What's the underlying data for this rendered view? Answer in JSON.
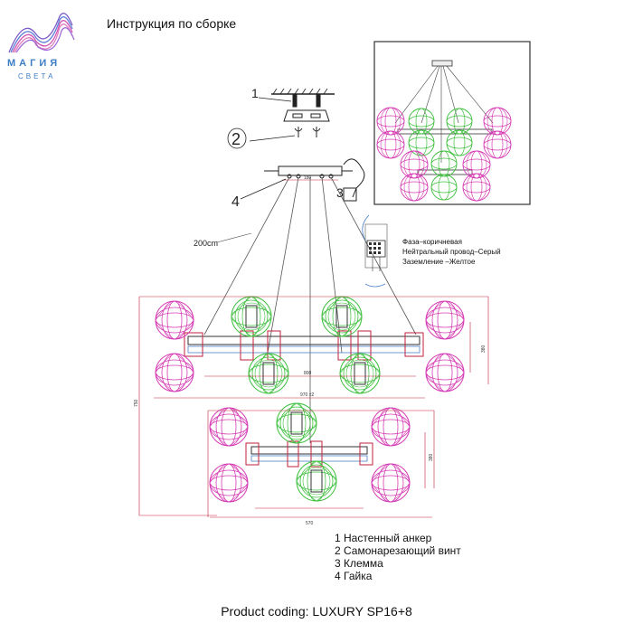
{
  "header": {
    "title": "Инструкция по сборке"
  },
  "logo": {
    "line1": "МАГИЯ",
    "line2": "СВЕТА"
  },
  "callouts": {
    "c1": "1",
    "c2": "2",
    "c3": "3",
    "c4": "4",
    "cable_length": "200cm",
    "bracket_width": "180"
  },
  "wiring": {
    "phase": "Фаза–коричневая",
    "neutral": "Нейтральный провод–Серый",
    "ground": "Заземление –Желтое"
  },
  "dimensions": {
    "upper_width": "800",
    "upper_overall": "970 ±2",
    "upper_height": "380",
    "lower_width": "570",
    "lower_height": "380",
    "total_height": "750"
  },
  "legend": {
    "items": [
      "1 Настенный анкер",
      "2 Самонарезающий винт",
      "3 Клемма",
      "4 Гайка"
    ]
  },
  "footer": {
    "product_coding": "Product coding: LUXURY SP16+8"
  },
  "colors": {
    "pink_globe": "#d63cb4",
    "green_globe": "#3cbf3c",
    "line": "#333333",
    "frame": "#cc2233"
  }
}
